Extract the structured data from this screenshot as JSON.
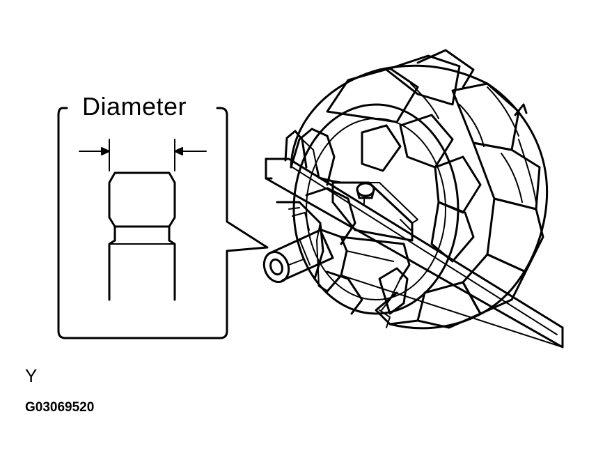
{
  "callout": {
    "label": "Diameter"
  },
  "view_marker": "Y",
  "figure_code": "G03069520"
}
